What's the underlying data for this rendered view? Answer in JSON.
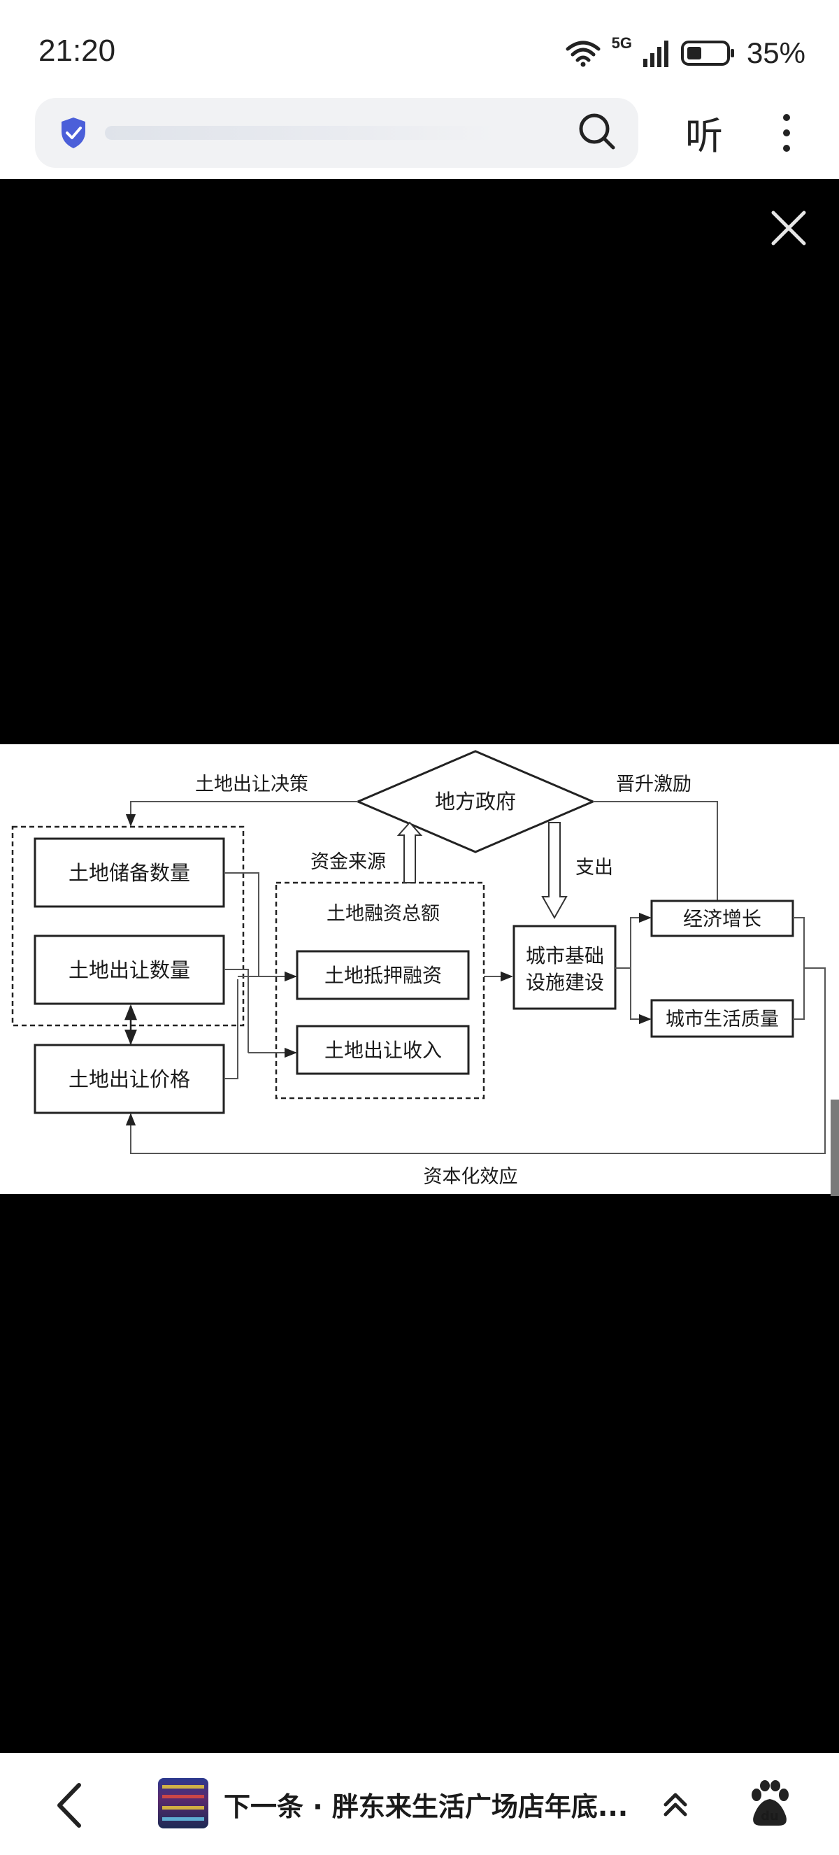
{
  "status_bar": {
    "time": "21:20",
    "network": "5G",
    "battery": "35%"
  },
  "browser": {
    "listen_label": "听"
  },
  "diagram": {
    "government": "地方政府",
    "land_decision": "土地出让决策",
    "promotion": "晋升激励",
    "fund_source": "资金来源",
    "expenditure": "支出",
    "land_reserve": "土地储备数量",
    "land_transfer_qty": "土地出让数量",
    "land_price": "土地出让价格",
    "financing_total": "土地融资总额",
    "mortgage": "土地抵押融资",
    "transfer_income": "土地出让收入",
    "infra_line1": "城市基础",
    "infra_line2": "设施建设",
    "growth": "经济增长",
    "quality": "城市生活质量",
    "capitalization": "资本化效应"
  },
  "bottom_bar": {
    "next_title": "下一条 · 胖东来生活广场店年底..."
  }
}
